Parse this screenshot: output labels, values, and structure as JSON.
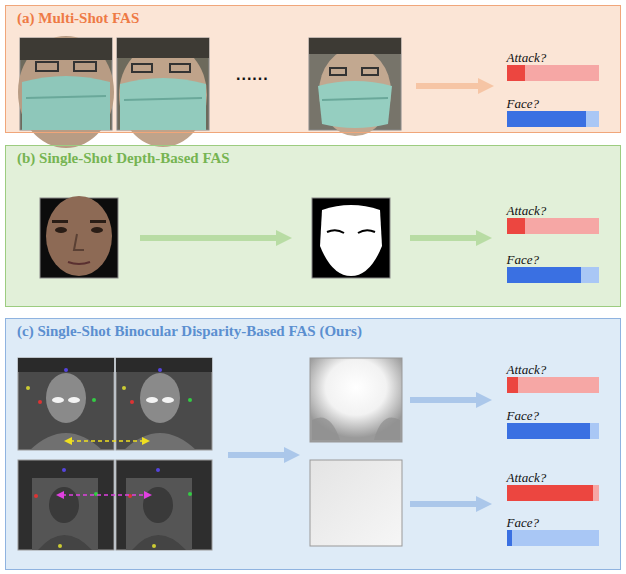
{
  "diagram": {
    "nodes": [
      {
        "text": [
          "(a) Multi-Shot FAS"
        ]
      },
      {
        "text": [
          "Attack?"
        ],
        "in": 0
      },
      {
        "text": [
          "Face?"
        ],
        "in": 0
      },
      {
        "text": [
          "(b) Single-Shot Depth-Based FAS"
        ]
      },
      {
        "text": [
          "Attack?"
        ],
        "in": 3
      },
      {
        "text": [
          "Face?"
        ],
        "in": 3
      },
      {
        "text": [
          "(c) Single-Shot Binocular Disparity-Based FAS (Ours)"
        ]
      },
      {
        "text": [
          "Attack?"
        ],
        "in": 6
      },
      {
        "text": [
          "Face?"
        ],
        "in": 6
      },
      {
        "text": [
          "Attack?"
        ],
        "in": 6
      },
      {
        "text": [
          "Face?"
        ],
        "in": 6
      }
    ],
    "labels": [
      "......"
    ]
  }
}
